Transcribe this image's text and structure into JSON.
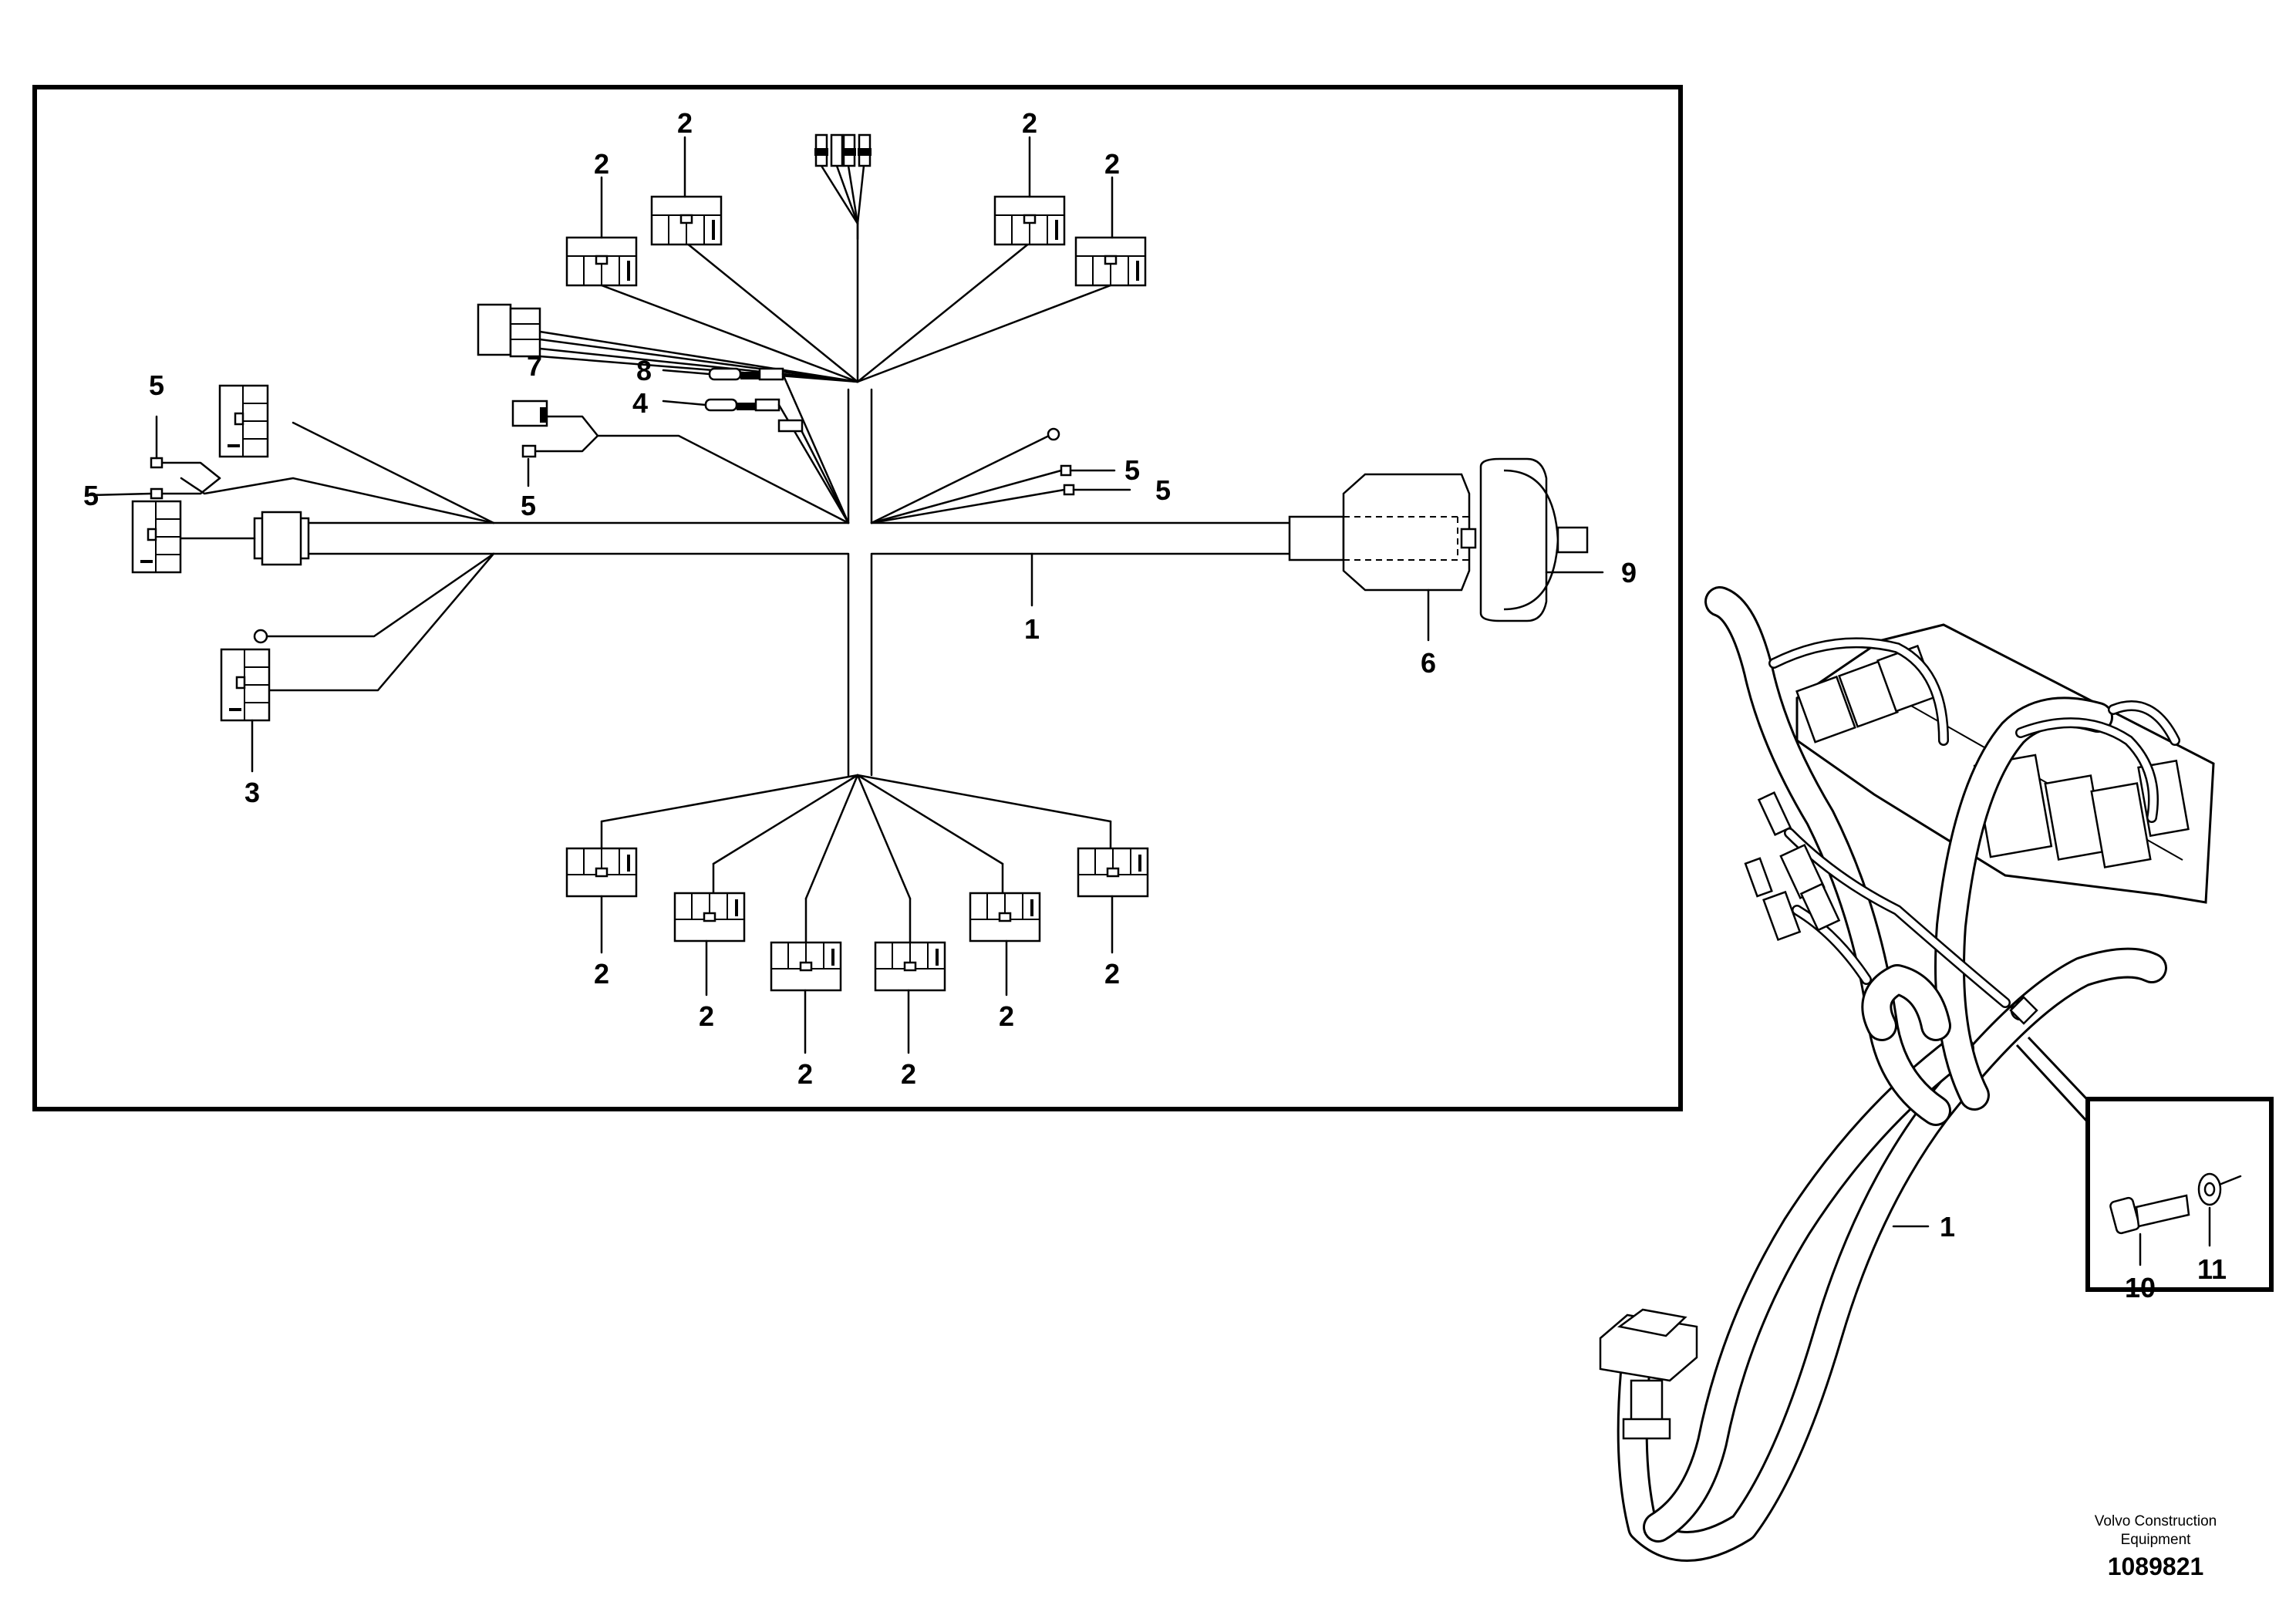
{
  "callouts": {
    "harness_main": "1",
    "connector_top_a": "2",
    "connector_top_b": "2",
    "connector_top_c": "2",
    "connector_top_d": "2",
    "connector_bot_a": "2",
    "connector_bot_b": "2",
    "connector_bot_c": "2",
    "connector_bot_d": "2",
    "connector_bot_e": "2",
    "connector_bot_f": "2",
    "connector_left": "3",
    "fuse_holder": "4",
    "terminal_a": "5",
    "terminal_b": "5",
    "terminal_c": "5",
    "terminal_d": "5",
    "terminal_e": "5",
    "bulkhead_connector": "6",
    "relay": "7",
    "fuse_holder_b": "8",
    "grommet": "9",
    "bolt": "10",
    "washer": "11",
    "harness_overview": "1"
  },
  "credit_line1": "Volvo Construction",
  "credit_line2": "Equipment",
  "drawing_number": "1089821"
}
